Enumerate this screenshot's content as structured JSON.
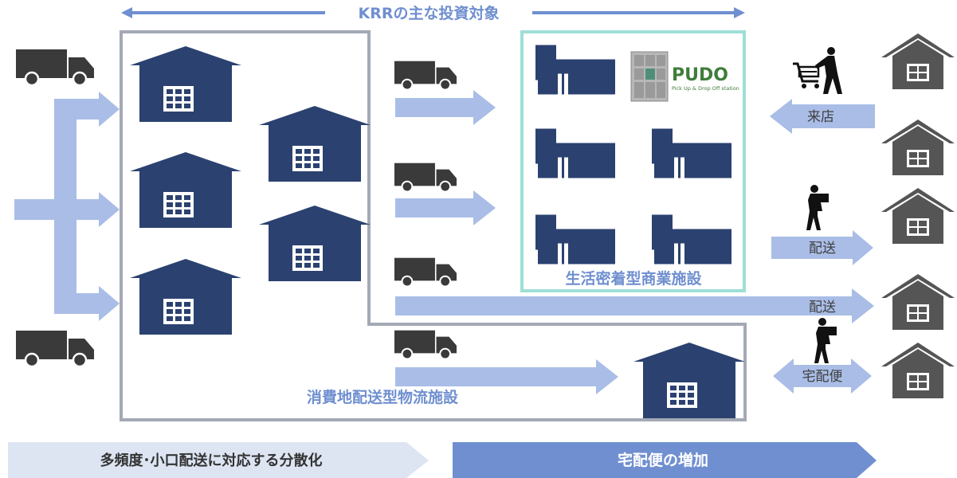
{
  "title": "KRRの主な投資対象",
  "labels": {
    "logistics_facility": "消費地配送型物流施設",
    "commercial_facility": "生活密着型商業施設",
    "visit": "来店",
    "delivery_1": "配送",
    "delivery_2": "配送",
    "parcel": "宅配便"
  },
  "pudo": {
    "brand": "PUDO",
    "tagline": "Pick Up & Drop Off station"
  },
  "bottom_banners": {
    "left": "多頻度･小口配送に対応する分散化",
    "right": "宅配便の増加"
  },
  "colors": {
    "navy": "#2b4170",
    "truck": "#3a3a3a",
    "arrow_light": "#a9bde6",
    "accent_blue": "#6f8fd0",
    "frame_gray": "#a4a9b5",
    "frame_teal": "#9edfd6",
    "house": "#555555",
    "banner_left": "#dde5f3",
    "banner_right": "#6f8fd0"
  }
}
